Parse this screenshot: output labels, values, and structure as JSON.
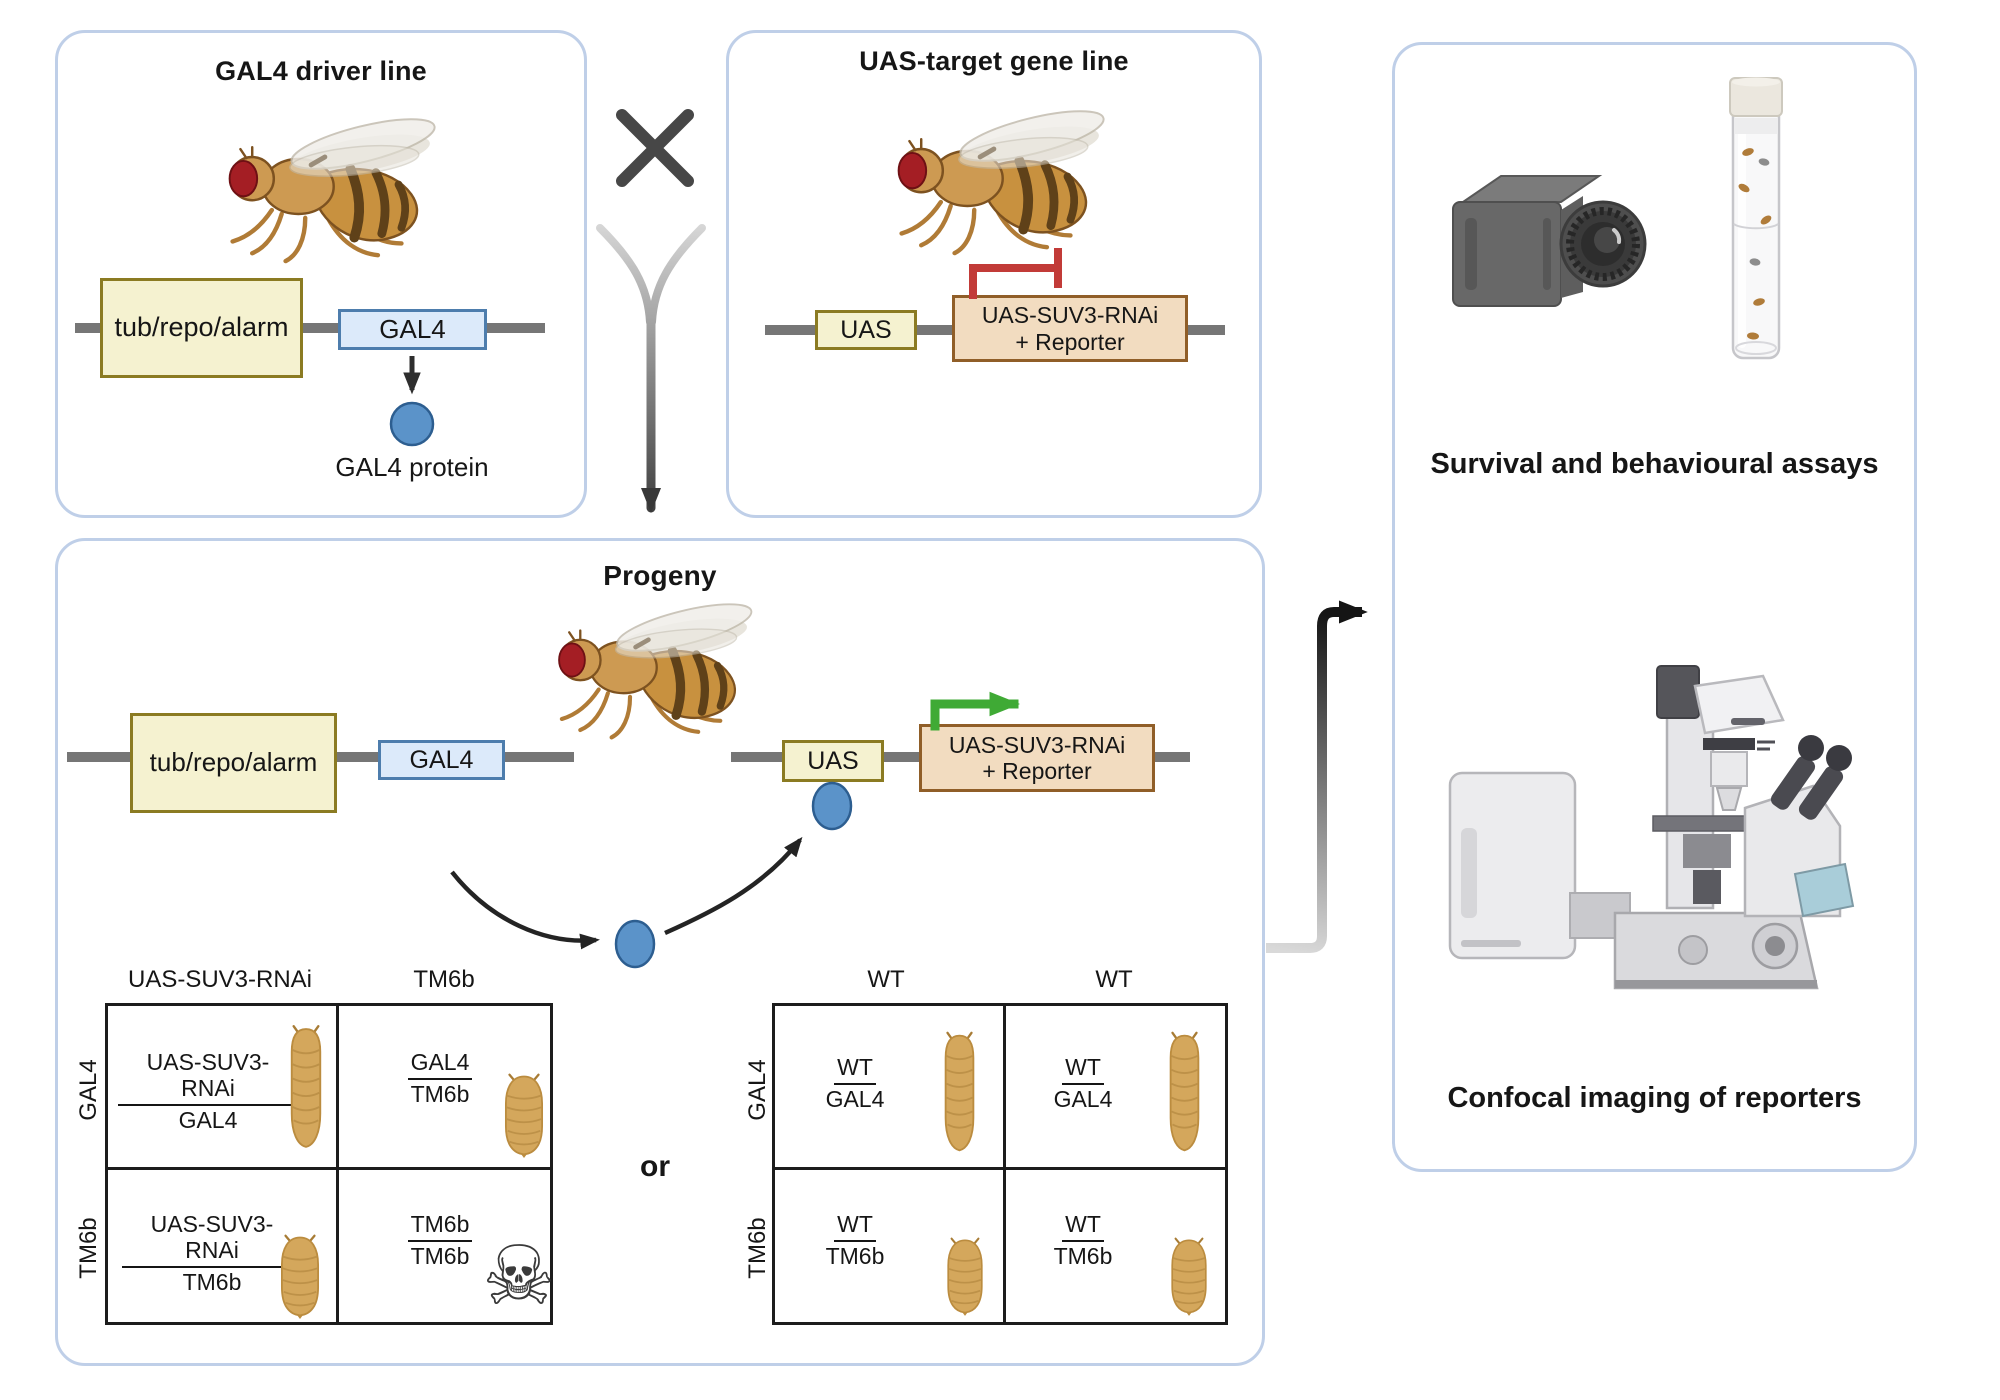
{
  "panels": {
    "driver": {
      "title": "GAL4 driver line",
      "promoter": "tub/repo/alarm",
      "gene": "GAL4",
      "protein": "GAL4 protein"
    },
    "target": {
      "title": "UAS-target gene line",
      "uas": "UAS",
      "cassette_line1": "UAS-SUV3-RNAi",
      "cassette_line2": "+ Reporter"
    },
    "progeny": {
      "title": "Progeny",
      "promoter": "tub/repo/alarm",
      "gal4": "GAL4",
      "uas": "UAS",
      "cassette_line1": "UAS-SUV3-RNAi",
      "cassette_line2": "+ Reporter",
      "or_label": "or"
    },
    "outcomes": {
      "survival_caption": "Survival and behavioural assays",
      "confocal_caption": "Confocal imaging of reporters"
    }
  },
  "punnett_left": {
    "columns": [
      "UAS-SUV3-RNAi",
      "TM6b"
    ],
    "rows": [
      "GAL4",
      "TM6b"
    ],
    "cells": [
      {
        "num": "UAS-SUV3-RNAi",
        "den": "GAL4",
        "icon": "larva-large"
      },
      {
        "num": "GAL4",
        "den": "TM6b",
        "icon": "larva-small"
      },
      {
        "num": "UAS-SUV3-RNAi",
        "den": "TM6b",
        "icon": "larva-small"
      },
      {
        "num": "TM6b",
        "den": "TM6b",
        "icon": "skull"
      }
    ]
  },
  "punnett_right": {
    "columns": [
      "WT",
      "WT"
    ],
    "rows": [
      "GAL4",
      "TM6b"
    ],
    "cells": [
      {
        "num": "WT",
        "den": "GAL4",
        "icon": "larva-large"
      },
      {
        "num": "WT",
        "den": "GAL4",
        "icon": "larva-large"
      },
      {
        "num": "WT",
        "den": "TM6b",
        "icon": "larva-small"
      },
      {
        "num": "WT",
        "den": "TM6b",
        "icon": "larva-small"
      }
    ]
  },
  "icons": {
    "skull": "☠"
  },
  "colors": {
    "panel_border": "#bfcfe8",
    "promoter_box_fill": "#f5f2d0",
    "promoter_box_border": "#8b7b22",
    "gal4_box_fill": "#dceafa",
    "gal4_box_border": "#4d7dad",
    "cassette_box_fill": "#f2dcc0",
    "cassette_box_border": "#905e28",
    "chromosome_line": "#767676",
    "gal4_protein": "#5b93c9",
    "activation_arrow": "#3faa35",
    "inhibition_bar": "#c23b38",
    "text": "#161616"
  }
}
